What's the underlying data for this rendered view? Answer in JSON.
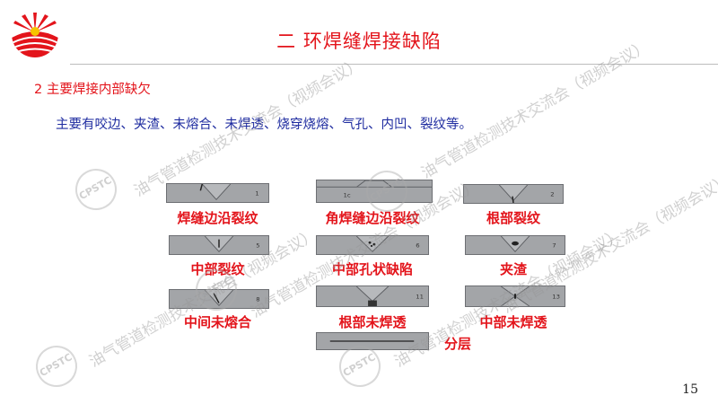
{
  "slide": {
    "title": "二  环焊缝焊接缺陷",
    "section": "2  主要焊接内部缺欠",
    "description": "主要有咬边、夹渣、未熔合、未焊透、烧穿烧熔、气孔、内凹、裂纹等。",
    "page_number": "15"
  },
  "defects": [
    {
      "label": "焊缝边沿裂纹",
      "specimen_mark": "1"
    },
    {
      "label": "角焊缝边沿裂纹",
      "specimen_mark": "1c"
    },
    {
      "label": "根部裂纹",
      "specimen_mark": "2"
    },
    {
      "label": "中部裂纹",
      "specimen_mark": "5"
    },
    {
      "label": "中部孔状缺陷",
      "specimen_mark": "6"
    },
    {
      "label": "夹渣",
      "specimen_mark": "7"
    },
    {
      "label": "中间未熔合",
      "specimen_mark": "8"
    },
    {
      "label": "根部未焊透",
      "specimen_mark": "11"
    },
    {
      "label": "中部未焊透",
      "specimen_mark": "13"
    },
    {
      "label": "分层",
      "specimen_mark": ""
    }
  ],
  "watermark": {
    "text": "油气管道检测技术交流会（视频会议）",
    "badge": "CPSTC"
  },
  "colors": {
    "title": "#e3141b",
    "body": "#1f2ca0",
    "specimen": "#a3a5a8"
  }
}
